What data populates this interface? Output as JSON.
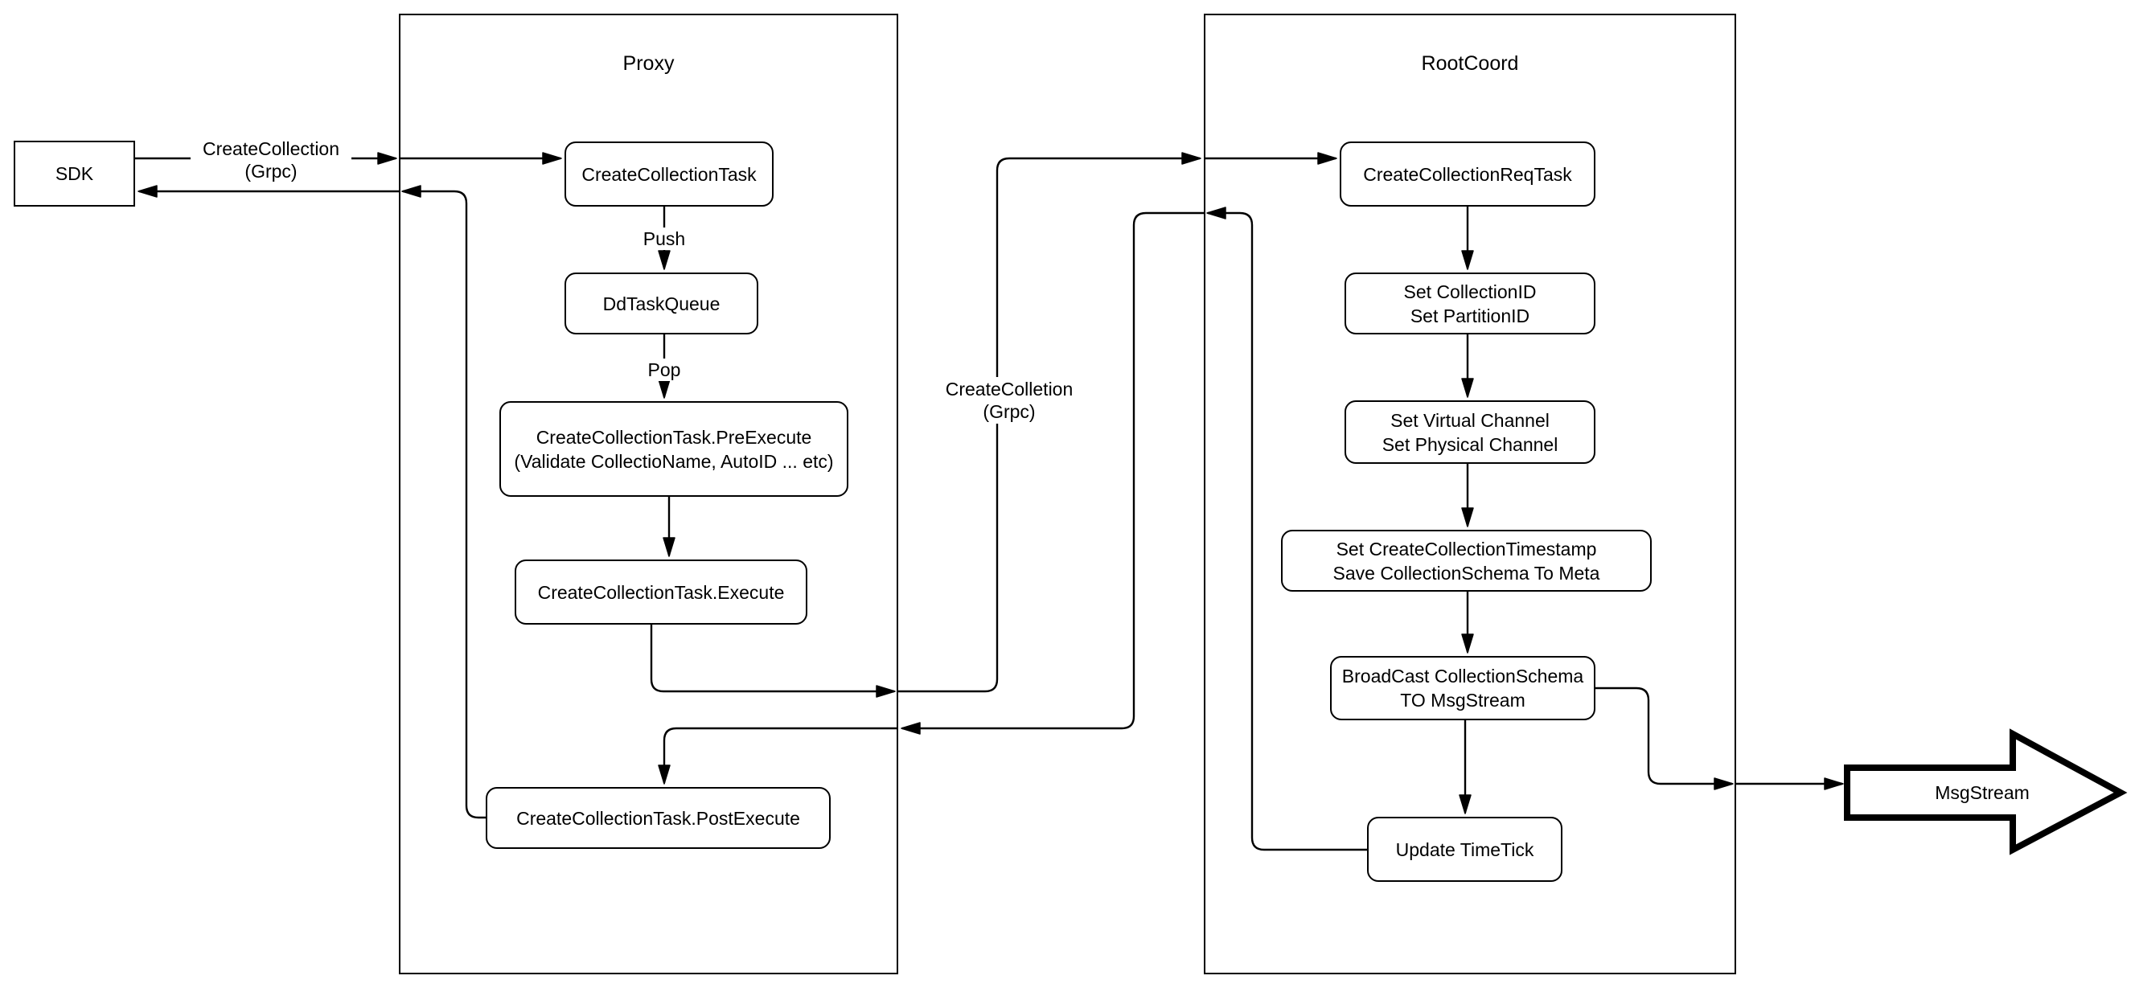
{
  "diagram": {
    "title_hint": "CreateCollection flow across SDK, Proxy, RootCoord and MsgStream",
    "colors": {
      "stroke": "#000000",
      "background": "#ffffff"
    },
    "containers": {
      "proxy": {
        "title": "Proxy"
      },
      "rootcoord": {
        "title": "RootCoord"
      }
    },
    "nodes": {
      "sdk": "SDK",
      "create_collection_task": "CreateCollectionTask",
      "dd_task_queue": "DdTaskQueue",
      "pre_execute": "CreateCollectionTask.PreExecute\n(Validate CollectioName, AutoID ... etc)",
      "execute": "CreateCollectionTask.Execute",
      "post_execute": "CreateCollectionTask.PostExecute",
      "create_collection_req_task": "CreateCollectionReqTask",
      "set_ids": "Set CollectionID\nSet PartitionID",
      "set_channels": "Set Virtual Channel\nSet Physical Channel",
      "set_timestamp": "Set CreateCollectionTimestamp\nSave CollectionSchema To Meta",
      "broadcast": "BroadCast CollectionSchema\nTO MsgStream",
      "update_timetick": "Update TimeTick",
      "msgstream": "MsgStream"
    },
    "edge_labels": {
      "grpc_sdk": "CreateCollection\n(Grpc)",
      "push": "Push",
      "pop": "Pop",
      "grpc_proxy": "CreateColletion\n(Grpc)"
    }
  }
}
